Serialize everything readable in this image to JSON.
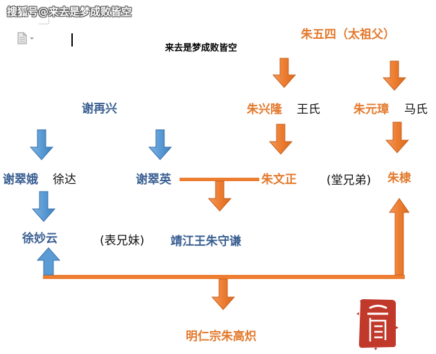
{
  "watermark": "搜狐号@来去是梦成败皆空",
  "doc_title": "来去是梦成败皆空",
  "nodes": {
    "zhu_wusi": "朱五四（太祖父）",
    "xie_zaixing": "谢再兴",
    "zhu_xinglong": "朱兴隆",
    "wang_shi": "王氏",
    "zhu_yuanzhang": "朱元璋",
    "ma_shi": "马氏",
    "xie_cui_e": "谢翠娥",
    "xu_da": "徐达",
    "xie_cuiying": "谢翠英",
    "zhu_wenzheng": "朱文正",
    "cousins_note": "(堂兄弟)",
    "zhu_di": "朱棣",
    "xu_miaoyun": "徐妙云",
    "siblings_note": "(表兄妹)",
    "zhu_shouqian": "靖江王朱守谦",
    "zhu_gaochi": "明仁宗朱高炽"
  },
  "colors": {
    "blue_text": "#3a5f92",
    "orange_text": "#e3792c",
    "blue_arrow": "#5b9bd5",
    "orange_arrow": "#ed7d31",
    "seal_red": "#c0392b"
  },
  "icons": {
    "doc_icon": "document-icon",
    "seal": "seal-stamp"
  }
}
